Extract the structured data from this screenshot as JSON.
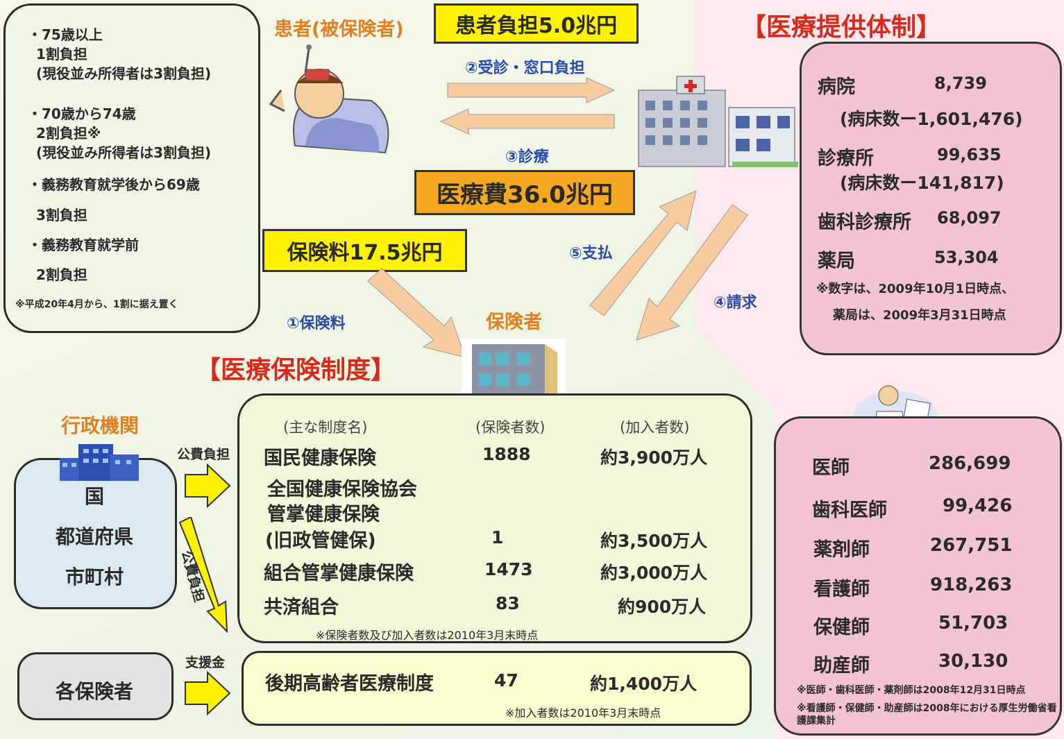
{
  "header": {
    "patient_label": "患者(被保険者)",
    "patient_cost": "患者負担5.0兆円",
    "provision_title": "【医療提供体制】",
    "insurance_title": "【医療保険制度】",
    "insurer_label": "保険者",
    "medical_cost": "医療費36.0兆円",
    "premium": "保険料17.5兆円"
  },
  "flows": {
    "f1": "①保険料",
    "f2": "②受診・窓口負担",
    "f3": "③診療",
    "f4": "④請求",
    "f5": "⑤支払"
  },
  "copay": {
    "lines": [
      "・75歳以上",
      "1割負担",
      "(現役並み所得者は3割負担)",
      "・70歳から74歳",
      "2割負担※",
      "(現役並み所得者は3割負担)",
      "・義務教育就学後から69歳",
      "3割負担",
      "・義務教育就学前",
      "2割負担"
    ],
    "note": "※平成20年4月から、1割に据え置く"
  },
  "facilities": {
    "rows": [
      {
        "label": "病院",
        "value": "8,739"
      },
      {
        "label": "(病床数ー1,601,476)",
        "value": ""
      },
      {
        "label": "診療所",
        "value": "99,635"
      },
      {
        "label": "(病床数ー141,817)",
        "value": ""
      },
      {
        "label": "歯科診療所",
        "value": "68,097"
      },
      {
        "label": "薬局",
        "value": "53,304"
      }
    ],
    "note1": "※数字は、2009年10月1日時点、",
    "note2": "薬局は、2009年3月31日時点"
  },
  "staff": {
    "rows": [
      {
        "label": "医師",
        "value": "286,699"
      },
      {
        "label": "歯科医師",
        "value": "99,426"
      },
      {
        "label": "薬剤師",
        "value": "267,751"
      },
      {
        "label": "看護師",
        "value": "918,263"
      },
      {
        "label": "保健師",
        "value": "51,703"
      },
      {
        "label": "助産師",
        "value": "30,130"
      }
    ],
    "note1": "※医師・歯科医師・薬剤師は2008年12月31日時点",
    "note2": "※看護師・保健師・助産師は2008年における厚生労働省看護課集計"
  },
  "admin": {
    "title": "行政機関",
    "items": [
      "国",
      "都道府県",
      "市町村"
    ],
    "public1": "公費負担",
    "public2": "公費負担",
    "subsidy": "支援金",
    "insurers": "各保険者"
  },
  "schemes": {
    "headers": [
      "(主な制度名)",
      "(保険者数)",
      "(加入者数)"
    ],
    "rows": [
      {
        "name": "国民健康保険",
        "count": "1888",
        "members": "約3,900万人"
      },
      {
        "name": "全国健康保険協会",
        "count": "",
        "members": ""
      },
      {
        "name": "管掌健康保険",
        "count": "",
        "members": ""
      },
      {
        "name": "(旧政管健保)",
        "count": "1",
        "members": "約3,500万人"
      },
      {
        "name": "組合管掌健康保険",
        "count": "1473",
        "members": "約3,000万人"
      },
      {
        "name": "共済組合",
        "count": "83",
        "members": "約900万人"
      }
    ],
    "note": "※保険者数及び加入者数は2010年3月末時点"
  },
  "elderly": {
    "name": "後期高齢者医療制度",
    "count": "47",
    "members": "約1,400万人",
    "note": "※加入者数は2010年3月末時点"
  }
}
